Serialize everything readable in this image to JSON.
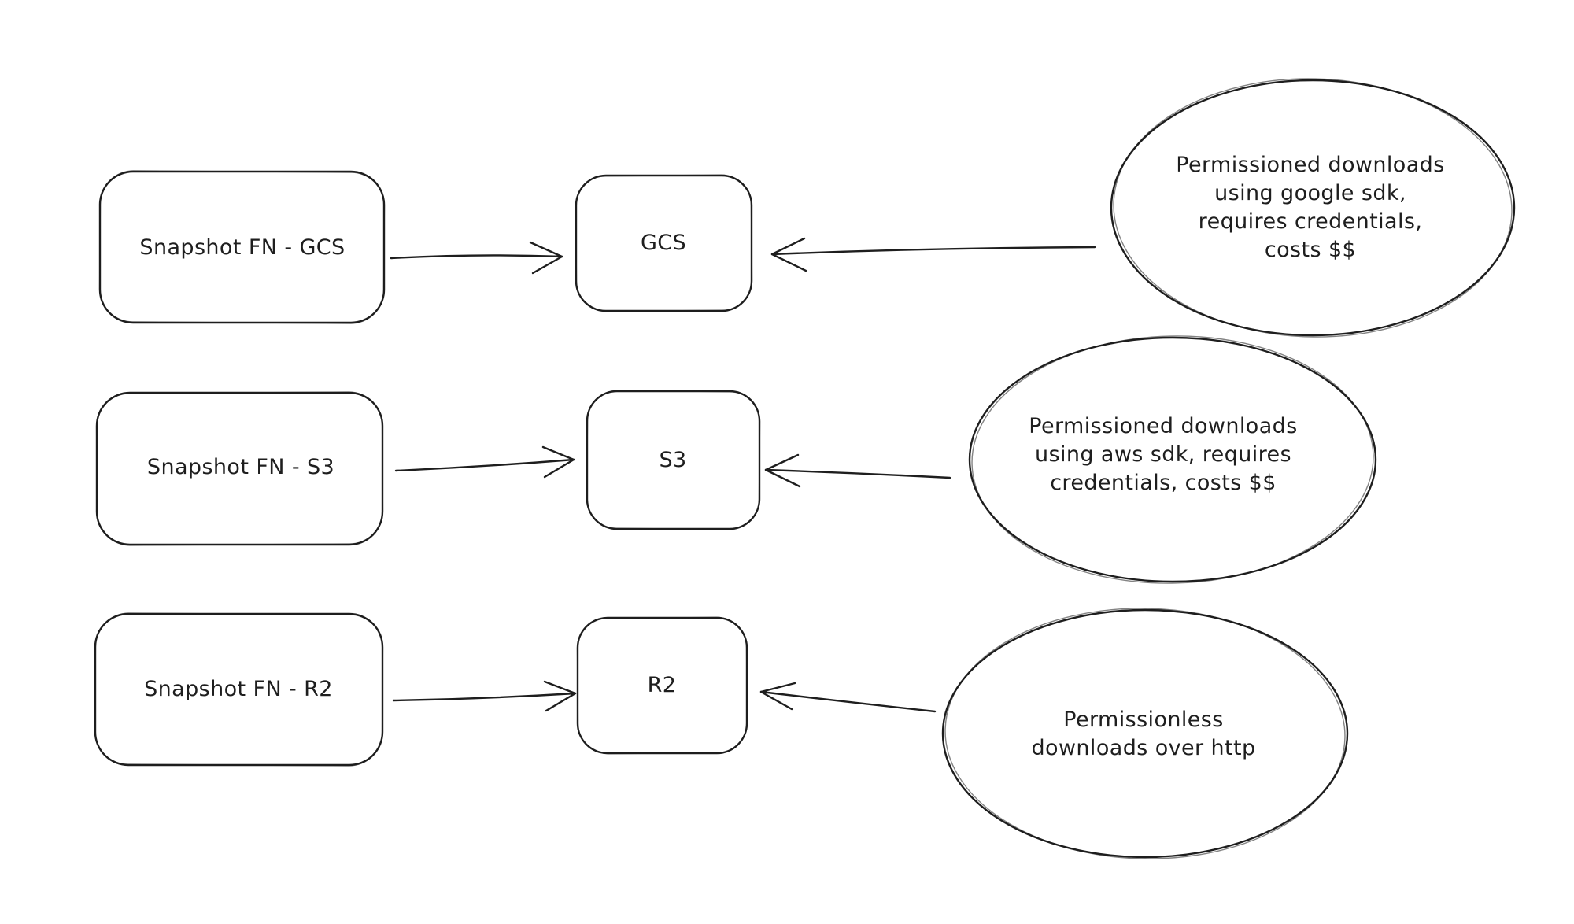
{
  "canvas": {
    "background": "#ffffff",
    "stroke_color": "#1e1e1e",
    "style": "hand-drawn-whiteboard-sketch"
  },
  "diagram": {
    "nodes": {
      "snapshot_gcs": {
        "shape": "rounded-rectangle",
        "label": "Snapshot FN - GCS"
      },
      "snapshot_s3": {
        "shape": "rounded-rectangle",
        "label": "Snapshot FN - S3"
      },
      "snapshot_r2": {
        "shape": "rounded-rectangle",
        "label": "Snapshot FN - R2"
      },
      "gcs": {
        "shape": "rounded-rectangle",
        "label": "GCS"
      },
      "s3": {
        "shape": "rounded-rectangle",
        "label": "S3"
      },
      "r2": {
        "shape": "rounded-rectangle",
        "label": "R2"
      },
      "note_gcs": {
        "shape": "ellipse",
        "label": "Permissioned downloads\nusing google sdk,\nrequires credentials,\ncosts $$"
      },
      "note_s3": {
        "shape": "ellipse",
        "label": "Permissioned downloads\nusing aws sdk, requires\ncredentials, costs $$"
      },
      "note_r2": {
        "shape": "ellipse",
        "label": "Permissionless\ndownloads over http"
      }
    },
    "edges": [
      {
        "from": "snapshot_gcs",
        "to": "gcs",
        "arrowhead": "open"
      },
      {
        "from": "note_gcs",
        "to": "gcs",
        "arrowhead": "open"
      },
      {
        "from": "snapshot_s3",
        "to": "s3",
        "arrowhead": "open"
      },
      {
        "from": "note_s3",
        "to": "s3",
        "arrowhead": "open"
      },
      {
        "from": "snapshot_r2",
        "to": "r2",
        "arrowhead": "open"
      },
      {
        "from": "note_r2",
        "to": "r2",
        "arrowhead": "open"
      }
    ]
  }
}
